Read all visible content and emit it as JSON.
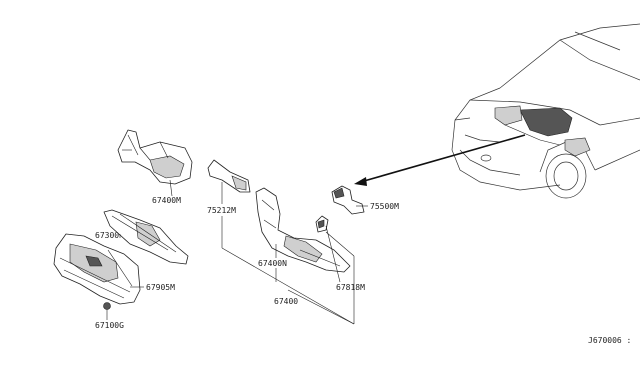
{
  "labels": {
    "p67400M": "67400M",
    "p75212M": "75212M",
    "p67300": "67300",
    "p67905M": "67905M",
    "p67100G": "67100G",
    "p67400N": "67400N",
    "p67400": "67400",
    "p67818M": "67818M",
    "p75500M": "75500M"
  },
  "diagram_id": "J670006 :"
}
